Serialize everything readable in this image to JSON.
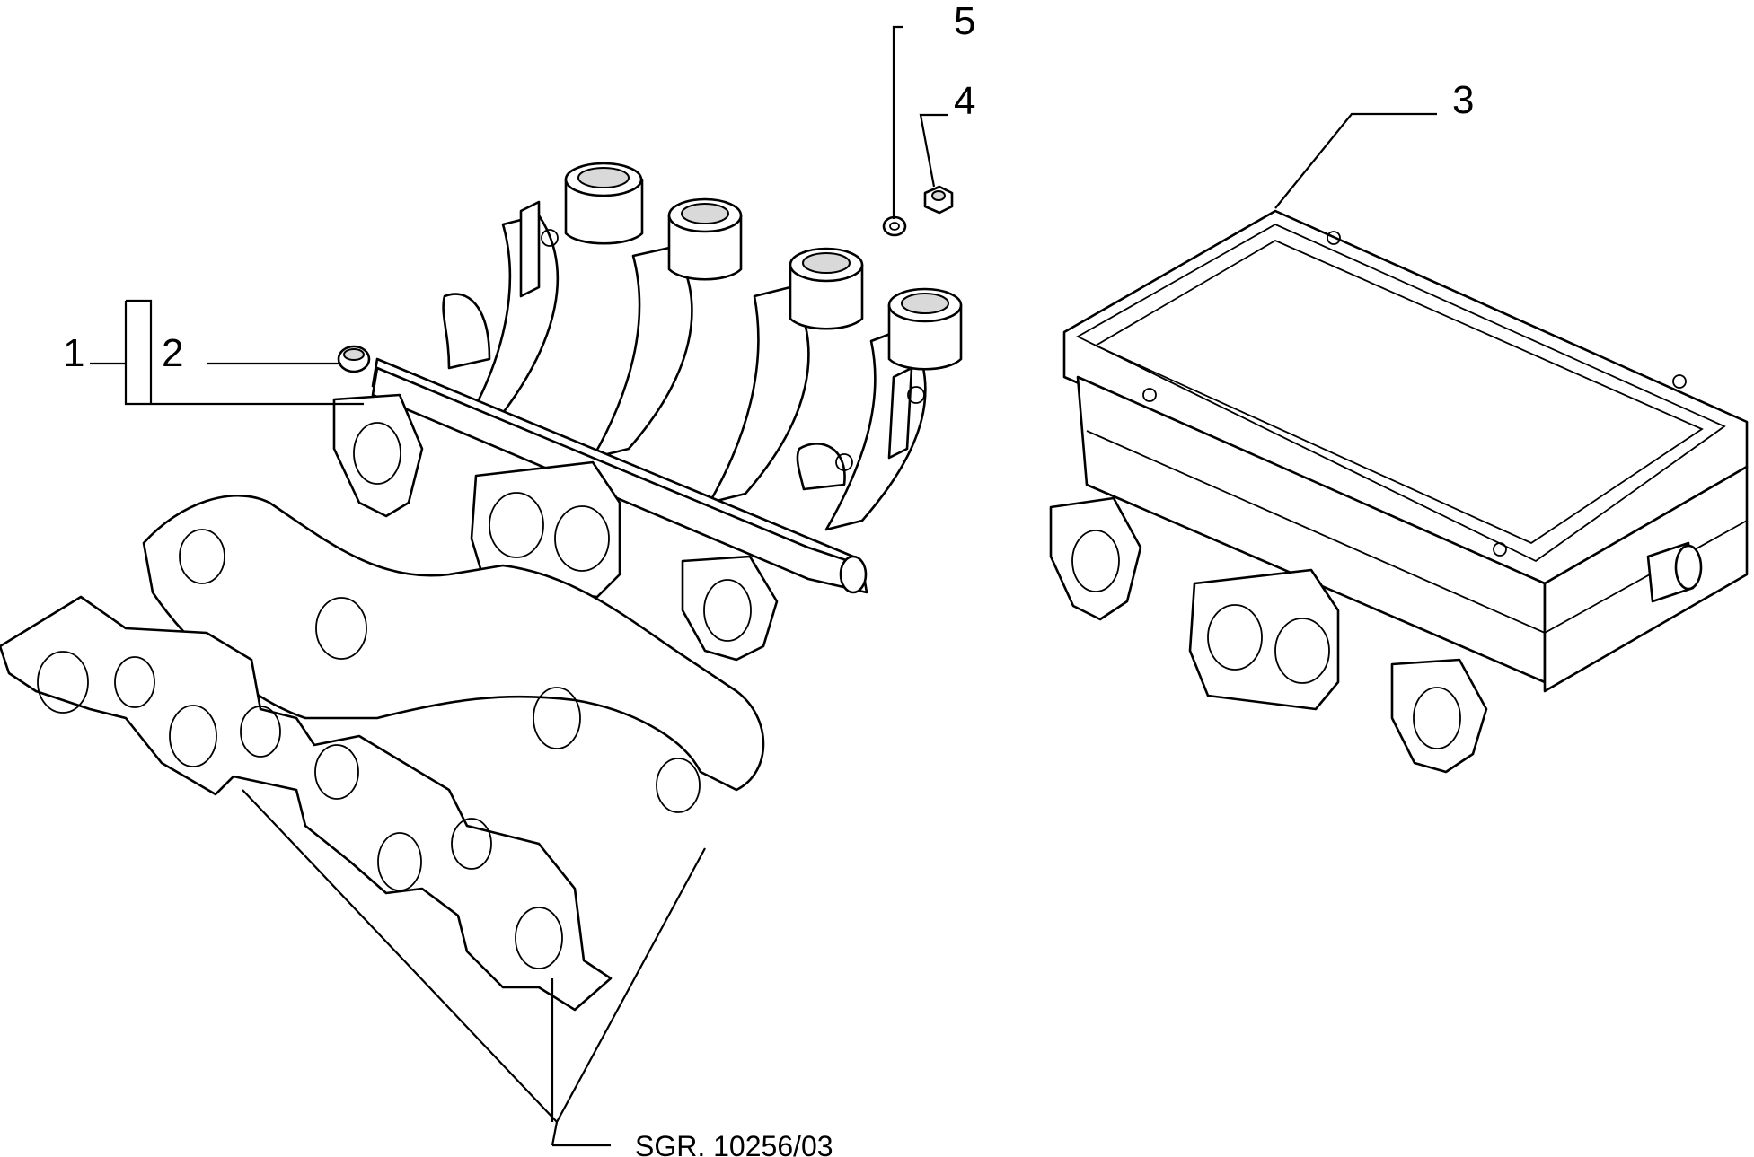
{
  "diagram": {
    "callouts": [
      "1",
      "2",
      "3",
      "4",
      "5"
    ],
    "reference_code": "SGR. 10256/03"
  },
  "colors": {
    "line": "#000000",
    "background": "#ffffff",
    "shade": "#d9d9d9"
  }
}
